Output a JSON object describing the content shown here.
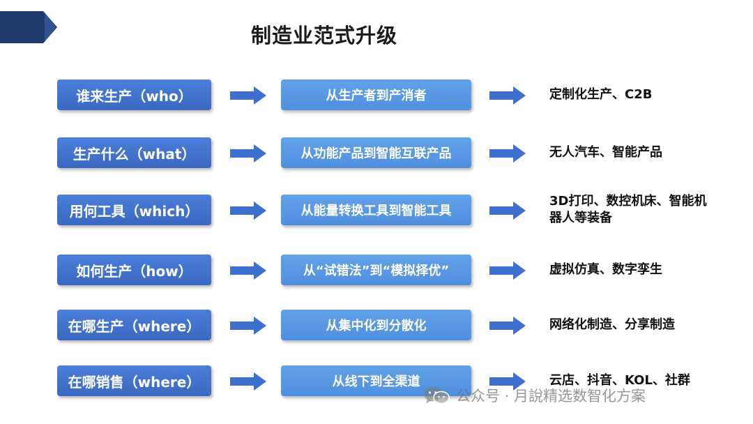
{
  "title": "制造业范式升级",
  "rows": [
    {
      "question": "谁来生产（who）",
      "change": "从生产者到产消者",
      "result": "定制化生产、C2B"
    },
    {
      "question": "生产什么（what）",
      "change": "从功能产品到智能互联产品",
      "result": "无人汽车、智能产品"
    },
    {
      "question": "用何工具（which）",
      "change": "从能量转换工具到智能工具",
      "result": "3D打印、数控机床、智能机器人等装备"
    },
    {
      "question": "如何生产（how）",
      "change": "从“试错法”到“模拟择优”",
      "result": "虚拟仿真、数字孪生"
    },
    {
      "question": "在哪生产（where）",
      "change": "从集中化到分散化",
      "result": "网络化制造、分享制造"
    },
    {
      "question": "在哪销售（where）",
      "change": "从线下到全渠道",
      "result": "云店、抖音、KOL、社群"
    }
  ],
  "watermark": {
    "text": "公众号 · 月說精选数智化方案",
    "icon": "wechat-icon"
  },
  "colors": {
    "left_box": "#3f73cf",
    "mid_box": "#5896e3",
    "arrow": "#3d6fcf",
    "corner_tab": "#1f3b6e"
  }
}
